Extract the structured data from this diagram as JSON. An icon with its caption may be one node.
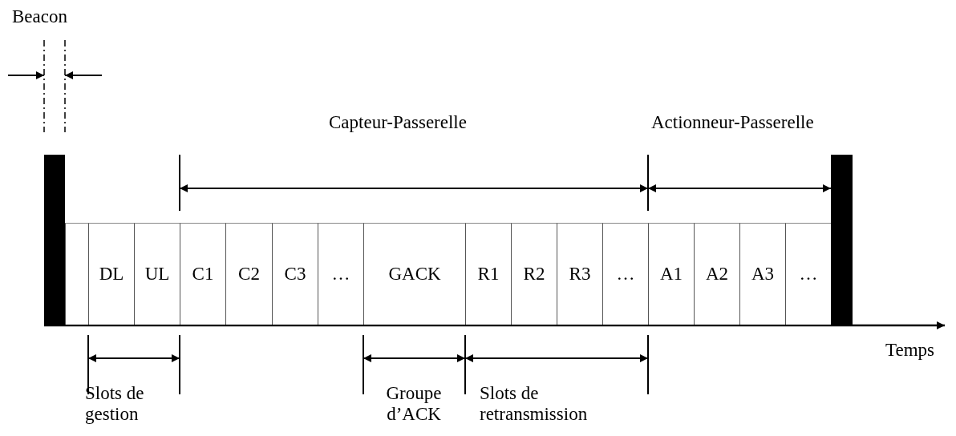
{
  "diagram": {
    "nodes": [
      {
        "text": [],
        "shape": "bar"
      },
      {
        "text": [],
        "shape": "box"
      },
      {
        "text": [
          "DL"
        ]
      },
      {
        "text": [
          "UL"
        ]
      },
      {
        "text": [
          "C1"
        ]
      },
      {
        "text": [
          "C2"
        ]
      },
      {
        "text": [
          "C3"
        ]
      },
      {
        "text": [
          "…"
        ]
      },
      {
        "text": [
          "GACK"
        ]
      },
      {
        "text": [
          "R1"
        ]
      },
      {
        "text": [
          "R2"
        ]
      },
      {
        "text": [
          "R3"
        ]
      },
      {
        "text": [
          "…"
        ]
      },
      {
        "text": [
          "A1"
        ]
      },
      {
        "text": [
          "A2"
        ]
      },
      {
        "text": [
          "A3"
        ]
      },
      {
        "text": [
          "…"
        ]
      },
      {
        "text": [],
        "shape": "bar"
      }
    ],
    "edges": [],
    "labels": [
      "Beacon",
      "Capteur-Passerelle",
      "Actionneur-Passerelle",
      "Temps",
      "Slots de gestion",
      "Groupe d’ACK",
      "Slots de retransmission"
    ]
  }
}
